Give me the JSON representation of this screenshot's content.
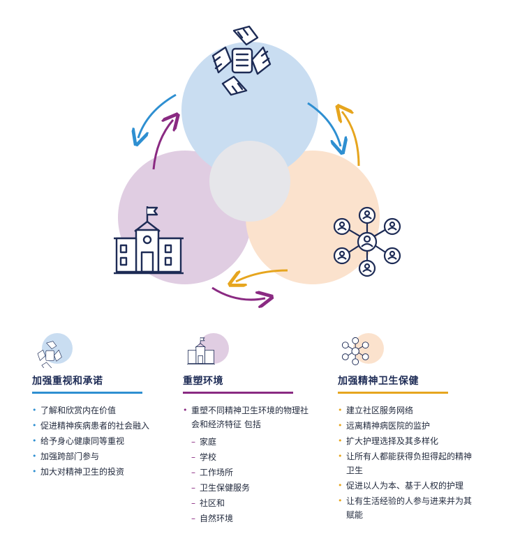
{
  "colors": {
    "blue_circle": "#c9ddf1",
    "purple_circle": "#e0cde2",
    "orange_circle": "#fbe2cd",
    "center_circle": "#e6e6ea",
    "blue_arrow": "#2e8fd1",
    "purple_arrow": "#8a2a82",
    "orange_arrow": "#e6a51e",
    "icon_stroke": "#1d2b55"
  },
  "icons": {
    "top": "handshake-icon",
    "left": "school-building-icon",
    "right": "people-network-icon"
  },
  "columns": [
    {
      "title": "加强重视和承诺",
      "items": [
        "了解和欣赏内在价值",
        "促进精神疾病患者的社会融入",
        "给予身心健康同等重视",
        "加强跨部门参与",
        "加大对精神卫生的投资"
      ]
    },
    {
      "title": "重塑环境",
      "items": [
        "重塑不同精神卫生环境的物理社会和经济特征 包括"
      ],
      "subitems": [
        "家庭",
        "学校",
        "工作场所",
        "卫生保健服务",
        "社区和",
        "自然环境"
      ]
    },
    {
      "title": "加强精神卫生保健",
      "items": [
        "建立社区服务网络",
        "远离精神病医院的监护",
        "扩大护理选择及其多样化",
        "让所有人都能获得负担得起的精神卫生",
        "促进以人为本、基于人权的护理",
        "让有生活经验的人参与进来并为其赋能"
      ]
    }
  ]
}
